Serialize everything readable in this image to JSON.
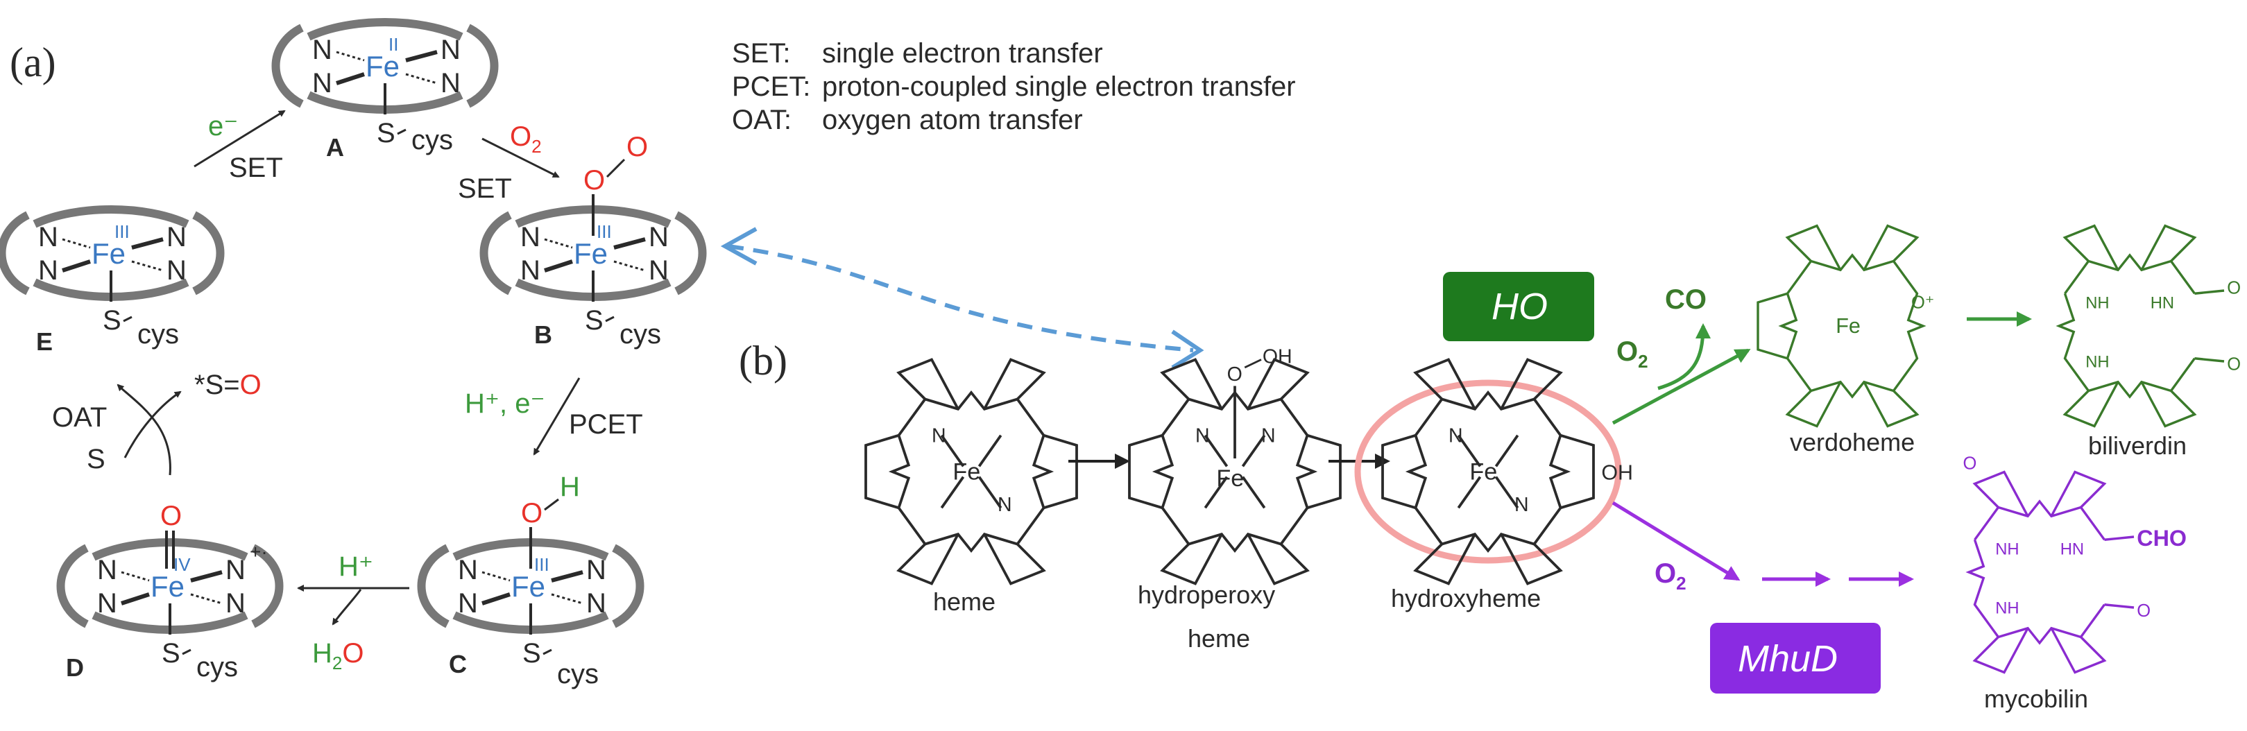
{
  "panel_a": {
    "label": "(a)",
    "legend": [
      {
        "abbr": "SET:",
        "text": "single electron transfer"
      },
      {
        "abbr": "PCET:",
        "text": "proton-coupled single electron transfer"
      },
      {
        "abbr": "OAT:",
        "text": "oxygen atom transfer"
      }
    ],
    "species": {
      "A": {
        "label": "A",
        "metal": "Fe",
        "ox": "II",
        "ligand": "S",
        "ligand_tail": "cys"
      },
      "B": {
        "label": "B",
        "metal": "Fe",
        "ox": "III",
        "ligand": "S",
        "ligand_tail": "cys",
        "top_atom1": "O",
        "top_atom2": "O"
      },
      "C": {
        "label": "C",
        "metal": "Fe",
        "ox": "III",
        "ligand": "S",
        "ligand_tail": "cys",
        "top_atom": "O",
        "top_tail": "H"
      },
      "D": {
        "label": "D",
        "metal": "Fe",
        "ox": "IV",
        "ligand": "S",
        "ligand_tail": "cys",
        "top_atom": "O",
        "radical": "+·"
      },
      "E": {
        "label": "E",
        "metal": "Fe",
        "ox": "III",
        "ligand": "S",
        "ligand_tail": "cys"
      }
    },
    "nitrogen": "N",
    "steps": {
      "e_to_a_top": "e⁻",
      "e_to_a_bottom": "SET",
      "a_to_b_top": "O",
      "a_to_b_top_sub": "2",
      "a_to_b_bottom": "SET",
      "b_to_c_top": "H⁺, e⁻",
      "b_to_c_side": "PCET",
      "c_to_d_top": "H⁺",
      "c_to_d_bottom_a": "H",
      "c_to_d_bottom_sub": "2",
      "c_to_d_bottom_b": "O",
      "d_to_e_label": "OAT",
      "d_to_e_substrate": "S",
      "d_to_e_product_a": "*S=",
      "d_to_e_product_b": "O"
    }
  },
  "panel_b": {
    "label": "(b)",
    "molecules": {
      "heme": "heme",
      "hydroperoxy_line1": "hydroperoxy",
      "hydroperoxy_line2": "heme",
      "hydroxyheme": "hydroxyheme",
      "verdoheme": "verdoheme",
      "biliverdin": "biliverdin",
      "mycobilin": "mycobilin"
    },
    "atoms": {
      "fe": "Fe",
      "n": "N",
      "o": "O",
      "oh": "OH",
      "nh": "NH",
      "ho_n": "HN",
      "o_radical": "O⁺"
    },
    "enzyme_ho": "HO",
    "enzyme_mhud": "MhuD",
    "o2_main": "O",
    "o2_sub": "2",
    "co": "CO",
    "cho": "CHO",
    "colors": {
      "ho_box": "#1e7a1e",
      "mhud_box": "#8a2be2",
      "highlight_ring": "#f4a3a3",
      "dashed_arrow": "#5b9bd5"
    }
  }
}
